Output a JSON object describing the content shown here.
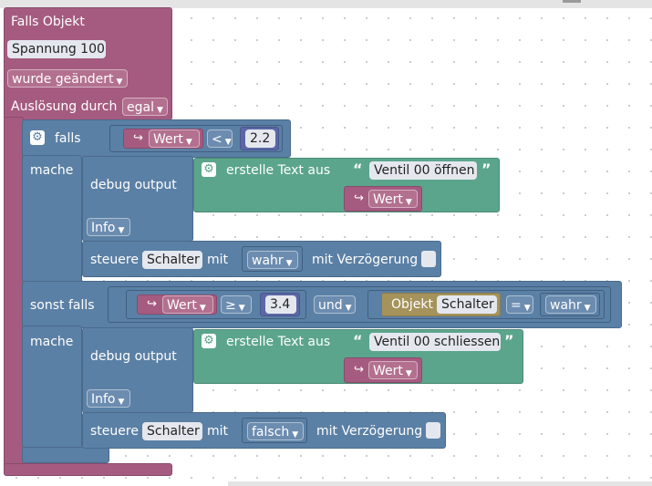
{
  "event_block": {
    "title": "Falls Objekt",
    "object_name": "Spannung 100",
    "trigger": "wurde geändert",
    "trigger_by_label": "Auslösung durch",
    "trigger_by_value": "egal"
  },
  "if_block": {
    "if_label": "falls",
    "do_label": "mache",
    "elseif_label": "sonst falls",
    "do2_label": "mache",
    "cond1": {
      "var": "Wert",
      "op": "<",
      "value": "2.2"
    },
    "cond2": {
      "var": "Wert",
      "op": "≥",
      "value": "3.4",
      "joiner": "und",
      "object_label": "Objekt",
      "object_value": "Schalter",
      "cmp_op": "=",
      "cmp_value": "wahr"
    }
  },
  "branch1": {
    "debug_label": "debug output",
    "text_join_label": "erstelle Text aus",
    "text1": "Ventil 00 öffnen",
    "var": "Wert",
    "level": "Info",
    "control_label": "steuere",
    "control_target": "Schalter",
    "with_label": "mit",
    "control_value": "wahr",
    "delay_label": "mit Verzögerung"
  },
  "branch2": {
    "debug_label": "debug output",
    "text_join_label": "erstelle Text aus",
    "text1": "Ventil 00 schliessen",
    "var": "Wert",
    "level": "Info",
    "control_label": "steuere",
    "control_target": "Schalter",
    "with_label": "mit",
    "control_value": "falsch",
    "delay_label": "mit Verzögerung"
  },
  "icons": {
    "gear": "⚙",
    "dropdown": "▼",
    "return": "↪",
    "quote_open": "“",
    "quote_close": "”"
  },
  "colors": {
    "event": "#a55b80",
    "logic": "#5b80a5",
    "text": "#5ba58c",
    "math": "#5b67a5",
    "object": "#a5935b"
  }
}
